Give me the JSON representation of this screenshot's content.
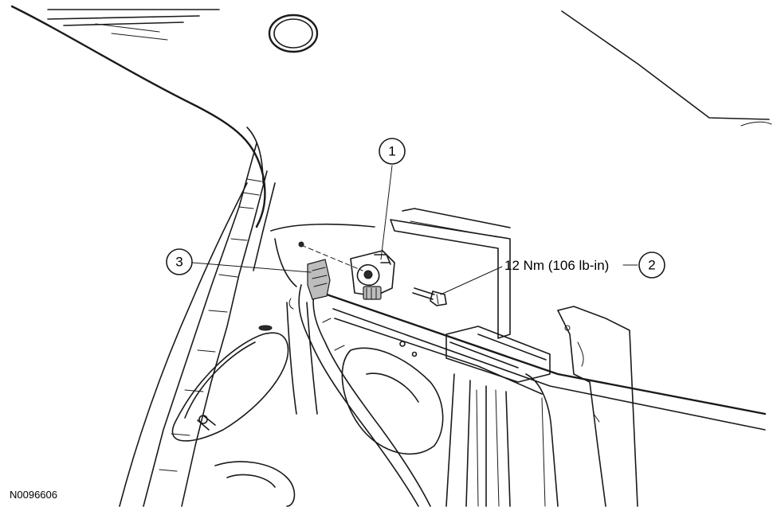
{
  "diagram": {
    "figure_id": "N0096606",
    "callouts": [
      {
        "id": "callout-1",
        "label": "1"
      },
      {
        "id": "callout-2",
        "label": "2"
      },
      {
        "id": "callout-3",
        "label": "3"
      }
    ],
    "torque_spec": "12 Nm (106 lb-in)",
    "colors": {
      "line": "#1a1a1a",
      "background": "#ffffff",
      "shade": "#bdbdbd"
    }
  }
}
